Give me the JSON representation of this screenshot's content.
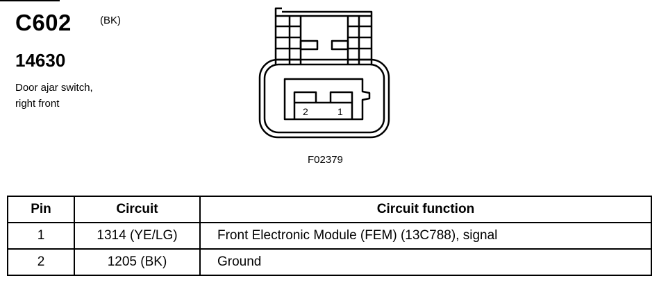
{
  "connector": {
    "id": "C602",
    "color": "(BK)",
    "part_number": "14630",
    "description_line1": "Door ajar switch,",
    "description_line2": "right front"
  },
  "figure": {
    "code": "F02379",
    "pin_labels": [
      "2",
      "1"
    ]
  },
  "table": {
    "headers": [
      "Pin",
      "Circuit",
      "Circuit function"
    ],
    "rows": [
      {
        "pin": "1",
        "circuit": "1314 (YE/LG)",
        "function": "Front Electronic Module (FEM) (13C788), signal"
      },
      {
        "pin": "2",
        "circuit": "1205 (BK)",
        "function": "Ground"
      }
    ]
  }
}
